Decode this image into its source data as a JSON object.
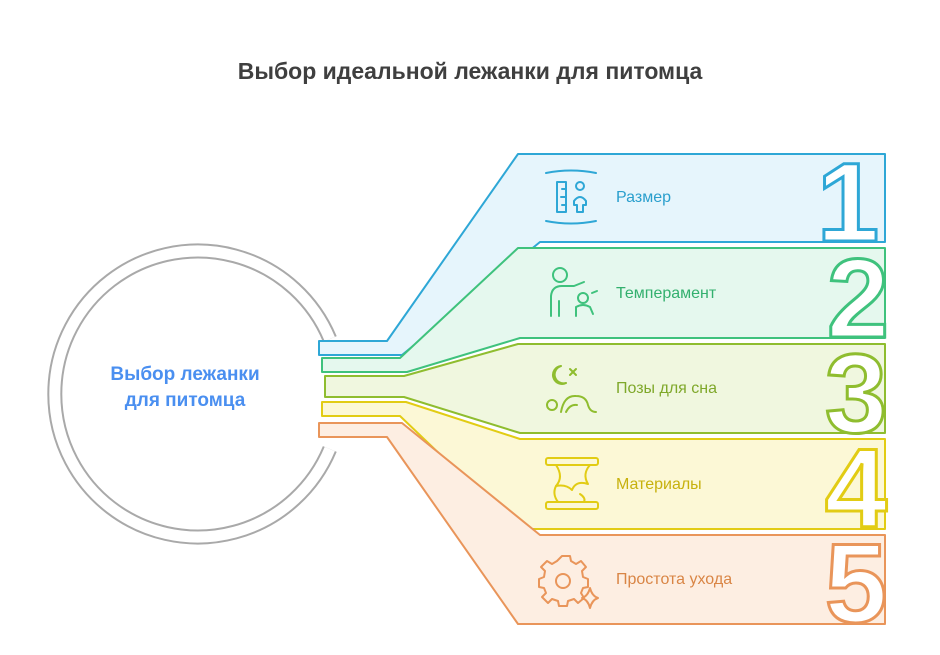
{
  "title": "Выбор идеальной лежанки для питомца",
  "hub": {
    "label_line1": "Выбор лежанки",
    "label_line2": "для питомца"
  },
  "items": [
    {
      "label": "Размер",
      "number": "1",
      "icon": "ruler-person-icon",
      "stroke": "#2ea7d6",
      "fill": "#e6f5fc",
      "text": "#2a9fcd"
    },
    {
      "label": "Темперамент",
      "number": "2",
      "icon": "person-petting-icon",
      "stroke": "#3fc27d",
      "fill": "#e5f8ee",
      "text": "#33b06e"
    },
    {
      "label": "Позы для сна",
      "number": "3",
      "icon": "sleep-pose-icon",
      "stroke": "#8fbd2f",
      "fill": "#f0f7df",
      "text": "#7fa82a"
    },
    {
      "label": "Материалы",
      "number": "4",
      "icon": "materials-icon",
      "stroke": "#e2cc14",
      "fill": "#fcf8d6",
      "text": "#c7b10d"
    },
    {
      "label": "Простота ухода",
      "number": "5",
      "icon": "gear-sparkle-icon",
      "stroke": "#e9955a",
      "fill": "#fdeee2",
      "text": "#d98545"
    }
  ]
}
